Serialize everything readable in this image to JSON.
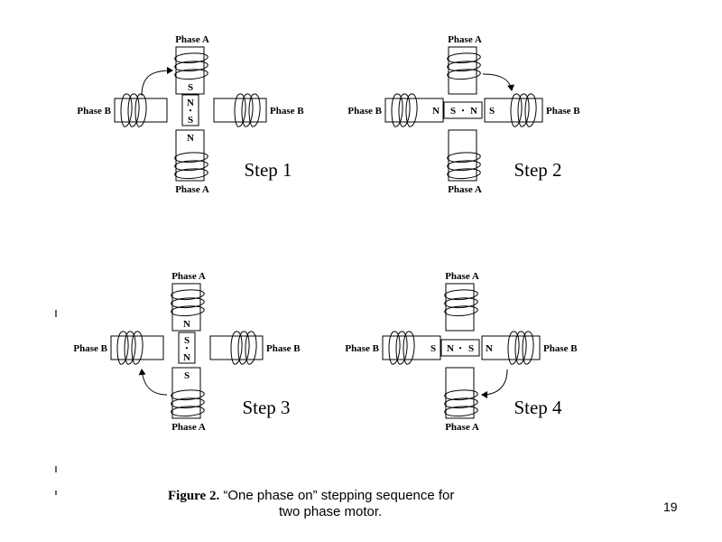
{
  "labels": {
    "phase_a": "Phase A",
    "phase_b": "Phase B",
    "north": "N",
    "south": "S",
    "dot": "•"
  },
  "steps": [
    {
      "label": "Step 1"
    },
    {
      "label": "Step 2"
    },
    {
      "label": "Step 3"
    },
    {
      "label": "Step 4"
    }
  ],
  "caption": {
    "figure_label": "Figure 2.",
    "text_line1": "“One phase on” stepping sequence for",
    "text_line2": "two phase motor."
  },
  "page_number": "19"
}
